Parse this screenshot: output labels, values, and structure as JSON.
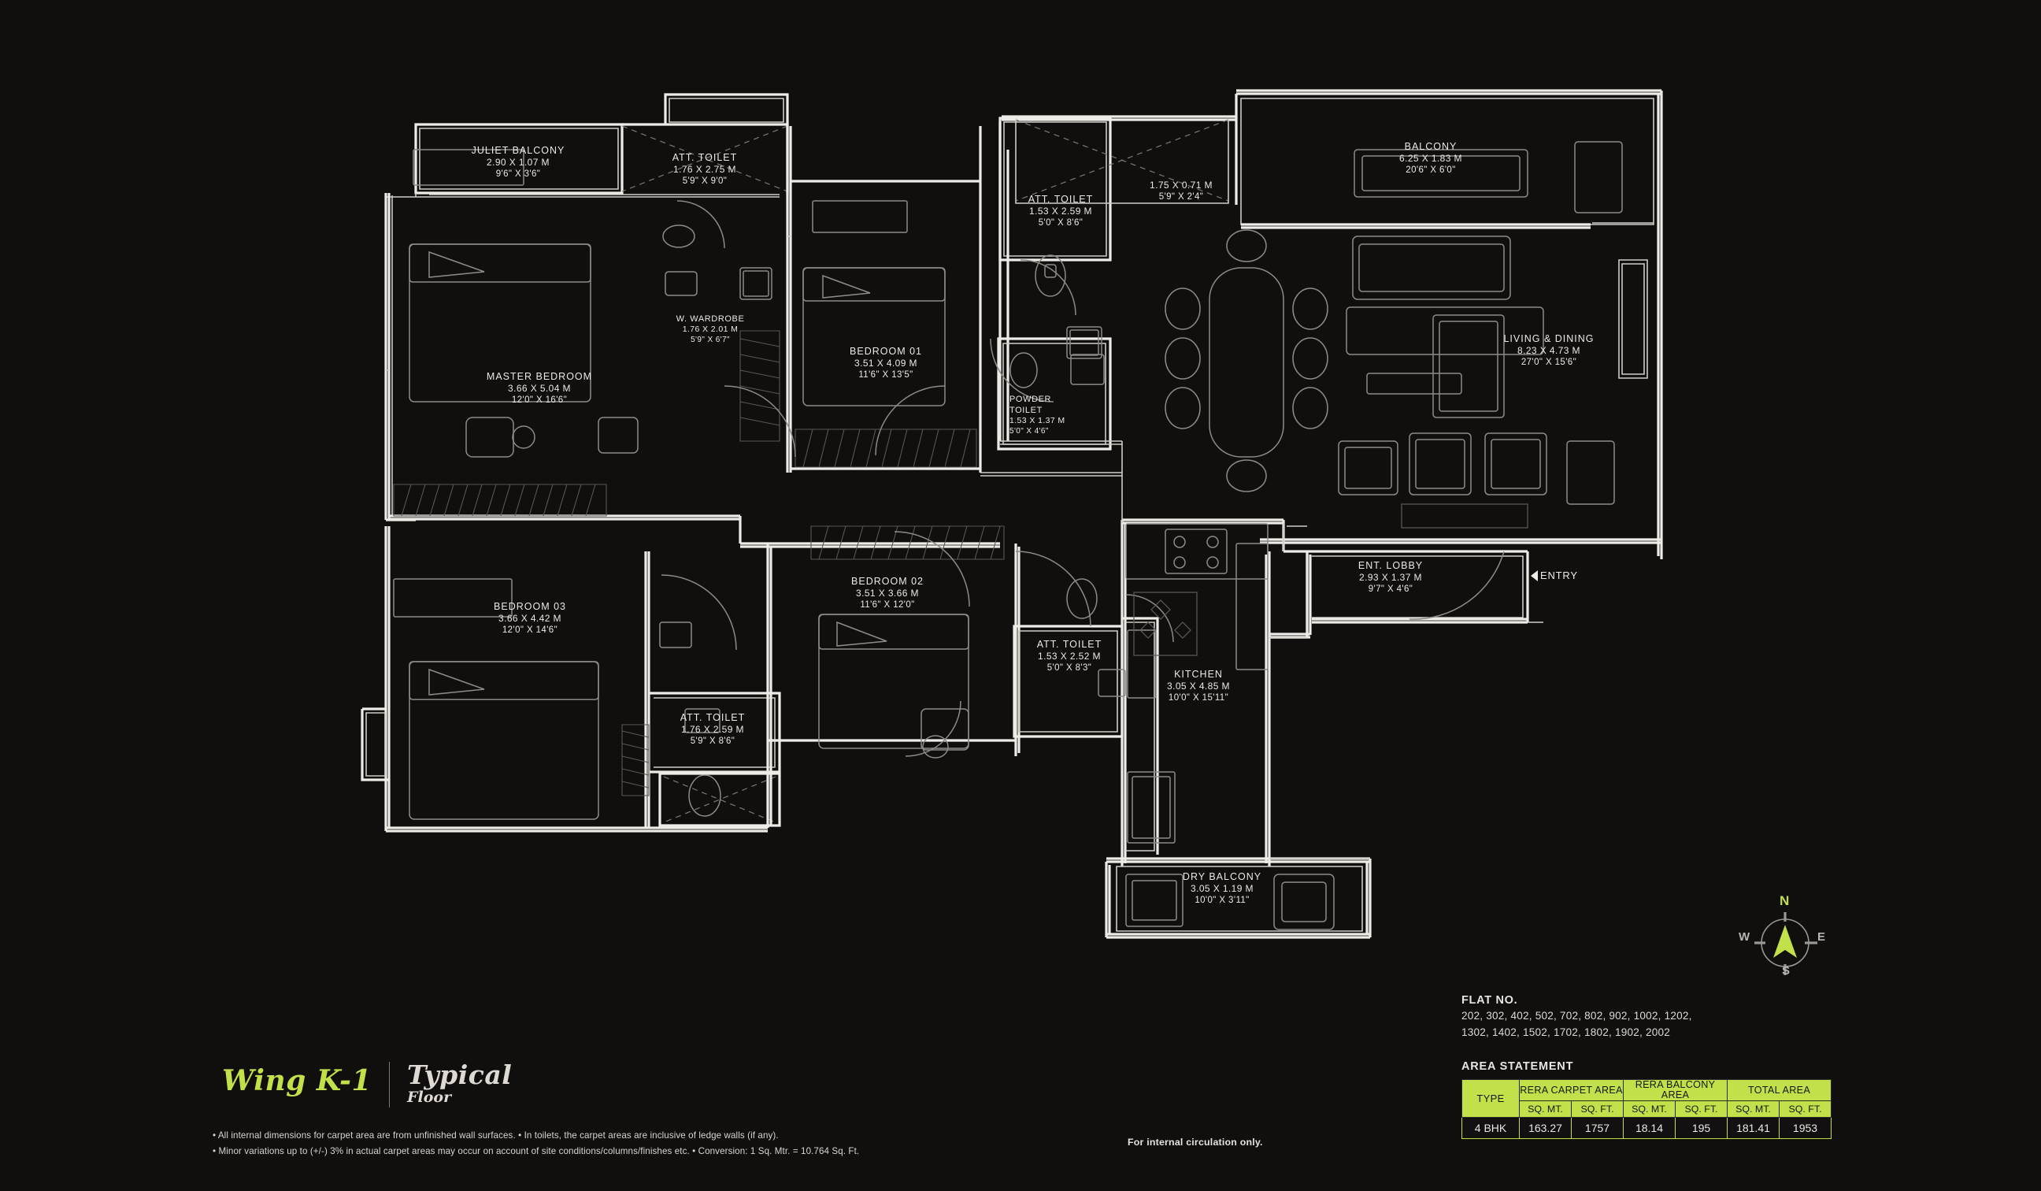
{
  "meta": {
    "background_color": "#110e0e",
    "accent_color": "#c2e049",
    "line_color": "#efece7"
  },
  "branding": {
    "wing": "Wing K-1",
    "floor_line1": "Typical",
    "floor_line2": "Floor"
  },
  "notes": {
    "line1": "• All internal dimensions for carpet area are from unfinished wall surfaces. • In toilets, the carpet areas are inclusive of ledge walls (if any).",
    "line2": "• Minor variations up to (+/-) 3% in actual carpet areas may occur on account of site conditions/columns/finishes etc. • Conversion: 1 Sq. Mtr. = 10.764 Sq. Ft.",
    "circulation": "For internal circulation only."
  },
  "entry": {
    "label": "ENTRY"
  },
  "compass": {
    "north": "N",
    "south": "S",
    "east": "E",
    "west": "W"
  },
  "flat_no": {
    "heading": "FLAT NO.",
    "line1": "202, 302, 402, 502, 702, 802, 902, 1002, 1202,",
    "line2": "1302, 1402, 1502, 1702, 1802, 1902, 2002"
  },
  "area_statement": {
    "heading": "AREA STATEMENT",
    "group_headers": [
      "TYPE",
      "RERA CARPET AREA",
      "RERA BALCONY AREA",
      "TOTAL AREA"
    ],
    "unit_headers": [
      "SQ. MT.",
      "SQ. FT.",
      "SQ. MT.",
      "SQ. FT.",
      "SQ. MT.",
      "SQ. FT."
    ],
    "rows": [
      {
        "type": "4 BHK",
        "carpet_sqmt": "163.27",
        "carpet_sqft": "1757",
        "balcony_sqmt": "18.14",
        "balcony_sqft": "195",
        "total_sqmt": "181.41",
        "total_sqft": "1953"
      }
    ]
  },
  "rooms": [
    {
      "key": "juliet_balcony",
      "name": "JULIET BALCONY",
      "dim_m": "2.90 X 1.07 M",
      "dim_ft": "9'6\" X 3'6\""
    },
    {
      "key": "att_toilet_master",
      "name": "ATT. TOILET",
      "dim_m": "1.76 X 2.75 M",
      "dim_ft": "5'9\" X 9'0\""
    },
    {
      "key": "w_wardrobe",
      "name": "W. WARDROBE",
      "dim_m": "1.76 X 2.01 M",
      "dim_ft": "5'9\" X 6'7\""
    },
    {
      "key": "master_bedroom",
      "name": "MASTER BEDROOM",
      "dim_m": "3.66 X 5.04 M",
      "dim_ft": "12'0\" X 16'6\""
    },
    {
      "key": "bedroom_01",
      "name": "BEDROOM 01",
      "dim_m": "3.51 X 4.09 M",
      "dim_ft": "11'6\" X 13'5\""
    },
    {
      "key": "att_toilet_bed01",
      "name": "ATT. TOILET",
      "dim_m": "1.53 X 2.59 M",
      "dim_ft": "5'0\" X 8'6\""
    },
    {
      "key": "powder_toilet",
      "name": "POWDER TOILET",
      "dim_m": "1.53 X 1.37 M",
      "dim_ft": "5'0\" X 4'6\""
    },
    {
      "key": "utility_niche",
      "name": "",
      "dim_m": "1.75 X 0.71 M",
      "dim_ft": "5'9\" X 2'4\""
    },
    {
      "key": "balcony",
      "name": "BALCONY",
      "dim_m": "6.25 X 1.83 M",
      "dim_ft": "20'6\" X 6'0\""
    },
    {
      "key": "living_dining",
      "name": "LIVING & DINING",
      "dim_m": "8.23 X 4.73 M",
      "dim_ft": "27'0\" X 15'6\""
    },
    {
      "key": "bedroom_03",
      "name": "BEDROOM 03",
      "dim_m": "3.66 X 4.42 M",
      "dim_ft": "12'0\" X 14'6\""
    },
    {
      "key": "att_toilet_bed03",
      "name": "ATT. TOILET",
      "dim_m": "1.76 X 2.59 M",
      "dim_ft": "5'9\" X 8'6\""
    },
    {
      "key": "bedroom_02",
      "name": "BEDROOM 02",
      "dim_m": "3.51 X 3.66 M",
      "dim_ft": "11'6\" X 12'0\""
    },
    {
      "key": "att_toilet_bed02",
      "name": "ATT. TOILET",
      "dim_m": "1.53 X 2.52 M",
      "dim_ft": "5'0\" X 8'3\""
    },
    {
      "key": "kitchen",
      "name": "KITCHEN",
      "dim_m": "3.05 X 4.85 M",
      "dim_ft": "10'0\" X 15'11\""
    },
    {
      "key": "ent_lobby",
      "name": "ENT. LOBBY",
      "dim_m": "2.93 X 1.37 M",
      "dim_ft": "9'7\" X 4'6\""
    },
    {
      "key": "dry_balcony",
      "name": "DRY BALCONY",
      "dim_m": "3.05 X 1.19 M",
      "dim_ft": "10'0\" X 3'11\""
    }
  ]
}
